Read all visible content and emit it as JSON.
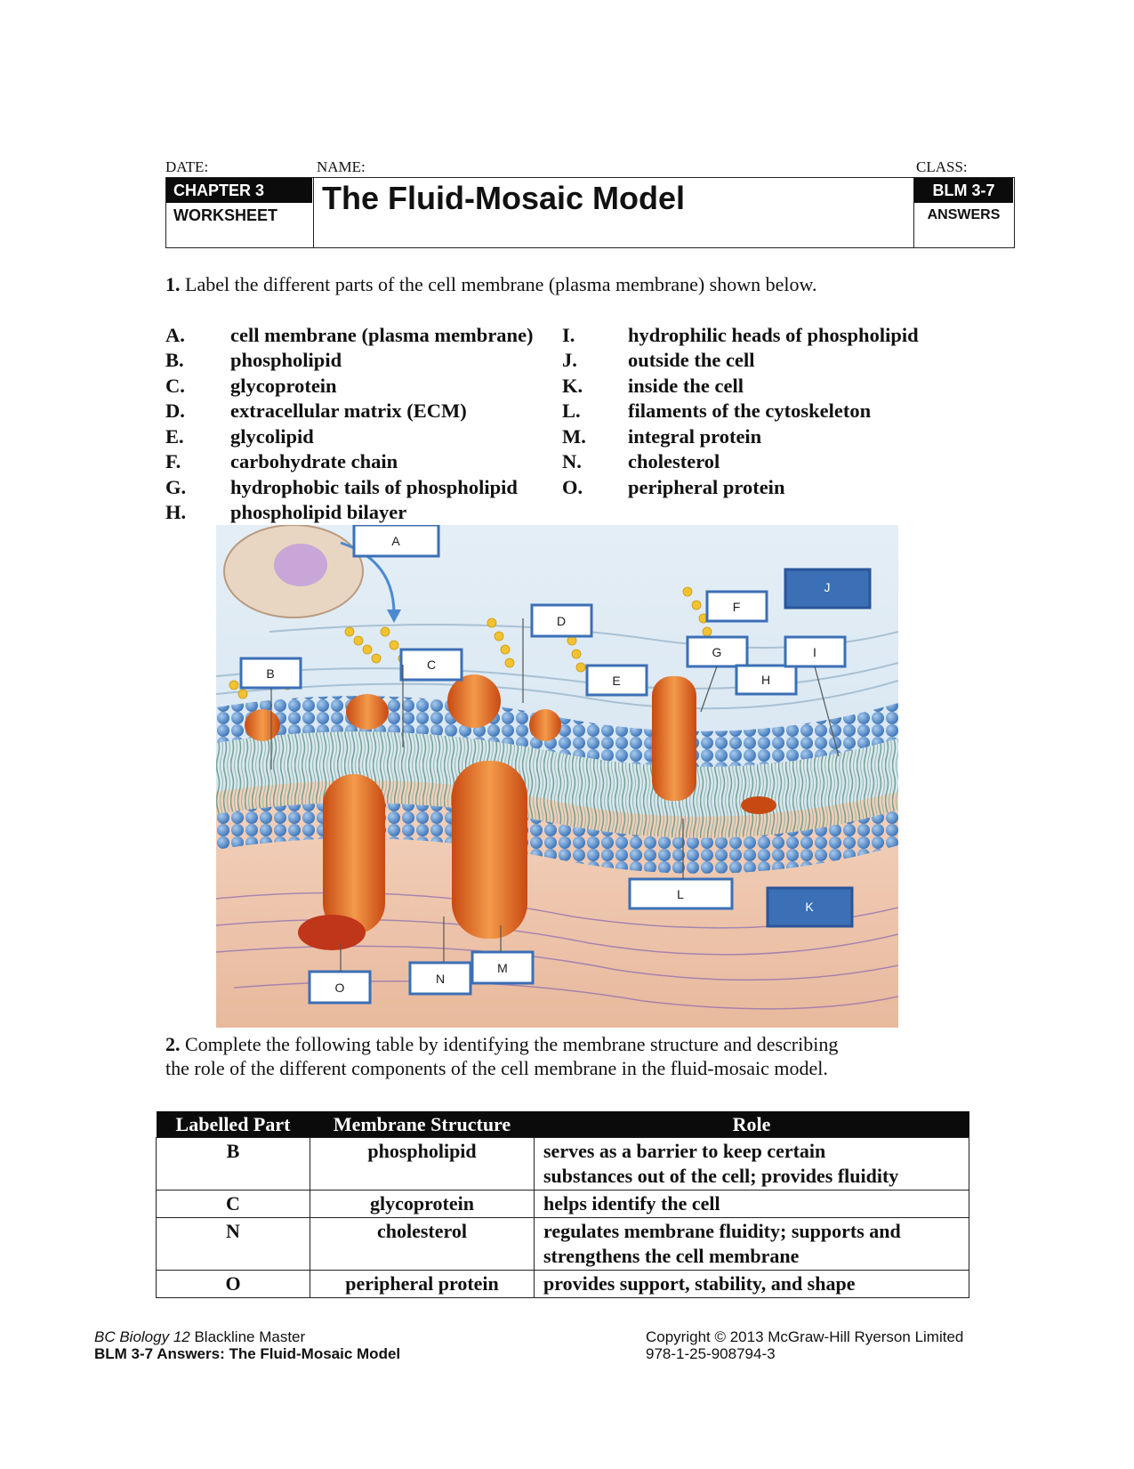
{
  "header": {
    "date_label": "DATE:",
    "name_label": "NAME:",
    "class_label": "CLASS:",
    "chapter": "CHAPTER 3",
    "worksheet": "WORKSHEET",
    "title": "The Fluid-Mosaic Model",
    "blm": "BLM 3-7",
    "answers": "ANSWERS"
  },
  "question1": {
    "number": "1.",
    "text": "Label the different parts of the cell membrane (plasma membrane) shown below."
  },
  "labels_left": [
    {
      "letter": "A.",
      "text": "cell membrane (plasma membrane)"
    },
    {
      "letter": "B.",
      "text": "phospholipid"
    },
    {
      "letter": "C.",
      "text": "glycoprotein"
    },
    {
      "letter": "D.",
      "text": "extracellular matrix (ECM)"
    },
    {
      "letter": "E.",
      "text": "glycolipid"
    },
    {
      "letter": "F.",
      "text": "carbohydrate chain"
    },
    {
      "letter": "G.",
      "text": "hydrophobic tails of phospholipid"
    },
    {
      "letter": "H.",
      "text": "phospholipid bilayer"
    }
  ],
  "labels_right": [
    {
      "letter": "I.",
      "text": "hydrophilic heads of phospholipid"
    },
    {
      "letter": "J.",
      "text": "outside the cell"
    },
    {
      "letter": "K.",
      "text": "inside the cell"
    },
    {
      "letter": "L.",
      "text": "filaments of the cytoskeleton"
    },
    {
      "letter": "M.",
      "text": "integral protein"
    },
    {
      "letter": "N.",
      "text": "cholesterol"
    },
    {
      "letter": "O.",
      "text": "peripheral protein"
    }
  ],
  "diagram": {
    "boxes": [
      "A",
      "B",
      "C",
      "D",
      "E",
      "F",
      "G",
      "H",
      "I",
      "J",
      "K",
      "L",
      "M",
      "N",
      "O"
    ],
    "colors": {
      "outside_bg": "#dbe9f3",
      "inside_bg": "#efc9b1",
      "head": "#4f86c6",
      "tail": "#6d9f8e",
      "protein": "#e06a1d",
      "protein_dark": "#b5380f",
      "sugar": "#f2c230",
      "filament": "#8a6bb0",
      "box_border": "#3b6fb6",
      "box_fill_dark": "#3b6fb6"
    }
  },
  "question2": {
    "number": "2.",
    "text_line1": "Complete the following table by identifying the membrane structure and describing",
    "text_line2": "the role of the different components of the cell membrane in the fluid-mosaic model."
  },
  "table": {
    "headers": [
      "Labelled Part",
      "Membrane Structure",
      "Role"
    ],
    "rows": [
      {
        "part": "B",
        "structure": "phospholipid",
        "role_line1": "serves as a barrier to keep certain",
        "role_line2": "substances out of the cell; provides fluidity"
      },
      {
        "part": "C",
        "structure": "glycoprotein",
        "role_line1": "helps identify the cell",
        "role_line2": ""
      },
      {
        "part": "N",
        "structure": "cholesterol",
        "role_line1": "regulates membrane fluidity; supports and",
        "role_line2": "strengthens the cell membrane"
      },
      {
        "part": "O",
        "structure": "peripheral protein",
        "role_line1": "provides support, stability, and shape",
        "role_line2": ""
      }
    ]
  },
  "footer": {
    "left_line1_italic": "BC Biology 12",
    "left_line1_rest": " Blackline Master",
    "left_line2": "BLM 3-7 Answers: The Fluid-Mosaic Model",
    "right_line1": "Copyright © 2013 McGraw-Hill Ryerson Limited",
    "right_line2": "978-1-25-908794-3"
  }
}
